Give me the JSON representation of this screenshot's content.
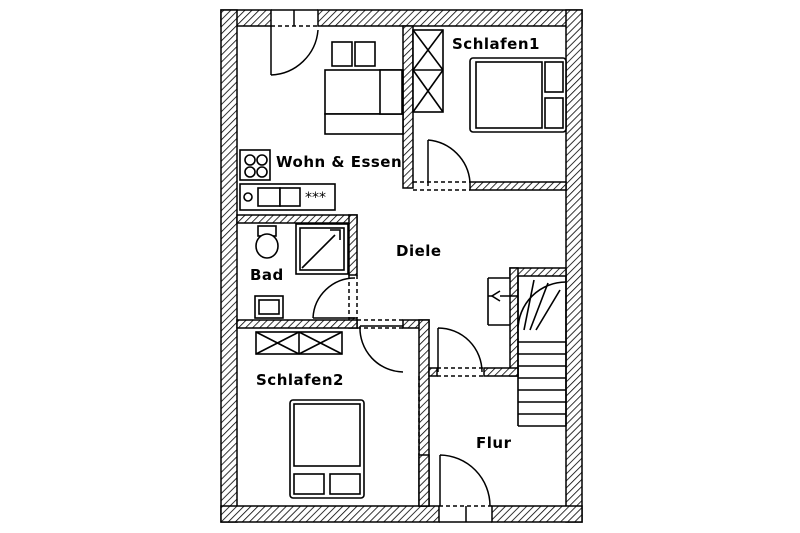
{
  "rooms": {
    "schlafen1": "Schlafen1",
    "wohn_essen": "Wohn & Essen",
    "diele": "Diele",
    "bad": "Bad",
    "schlafen2": "Schlafen2",
    "flur": "Flur"
  },
  "colors": {
    "line": "#000000",
    "background": "#ffffff"
  }
}
